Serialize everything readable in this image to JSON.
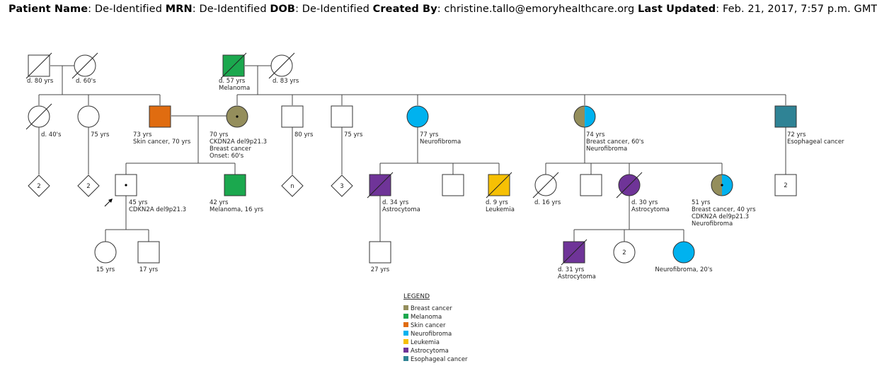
{
  "header": {
    "patient_name_label": "Patient Name",
    "patient_name_value": ": De-Identified ",
    "mrn_label": "MRN",
    "mrn_value": ": De-Identified ",
    "dob_label": "DOB",
    "dob_value": ": De-Identified ",
    "created_by_label": "Created By",
    "created_by_value": ": christine.tallo@emoryhealthcare.org ",
    "last_updated_label": "Last Updated",
    "last_updated_value": ": Feb. 21, 2017, 7:57 p.m. GMT"
  },
  "colors": {
    "breast_cancer": "#948e5c",
    "melanoma": "#1ba84e",
    "skin_cancer": "#e06c10",
    "neurofibroma": "#00b2ef",
    "leukemia": "#f6c004",
    "astrocytoma": "#6f3498",
    "esophageal_cancer": "#2f8395"
  },
  "individuals": [
    {
      "id": "pgf",
      "labels": [
        "d. 80 yrs"
      ]
    },
    {
      "id": "pgm",
      "labels": [
        "d. 60's"
      ]
    },
    {
      "id": "mgf",
      "labels": [
        "d. 57 yrs",
        "Melanoma"
      ]
    },
    {
      "id": "mgm",
      "labels": [
        "d. 83 yrs"
      ]
    },
    {
      "id": "paunt1",
      "labels": [
        "d. 40's"
      ]
    },
    {
      "id": "paunt2",
      "labels": [
        "75 yrs"
      ]
    },
    {
      "id": "father",
      "labels": [
        "73 yrs",
        "Skin cancer, 70 yrs"
      ]
    },
    {
      "id": "mother",
      "labels": [
        "70 yrs",
        "CKDN2A del9p21.3",
        "Breast cancer",
        "Onset: 60's"
      ]
    },
    {
      "id": "muncle1",
      "labels": [
        "80 yrs"
      ]
    },
    {
      "id": "muncle2",
      "labels": [
        "75 yrs"
      ]
    },
    {
      "id": "maunt1",
      "labels": [
        "77 yrs",
        "Neurofibroma"
      ]
    },
    {
      "id": "maunt2",
      "labels": [
        "74 yrs",
        "Breast cancer, 60's",
        "Neurofibroma"
      ]
    },
    {
      "id": "muncle3",
      "labels": [
        "72 yrs",
        "Esophageal cancer"
      ]
    },
    {
      "id": "p1_children",
      "count": "2",
      "labels": []
    },
    {
      "id": "p2_children",
      "count": "2",
      "labels": []
    },
    {
      "id": "proband",
      "labels": [
        "45 yrs",
        "CDKN2A del9p21.3"
      ]
    },
    {
      "id": "brother",
      "labels": [
        "42 yrs",
        "Melanoma, 16 yrs"
      ]
    },
    {
      "id": "mu1_children",
      "count": "n",
      "labels": []
    },
    {
      "id": "mu2_children",
      "count": "3",
      "labels": []
    },
    {
      "id": "cous1",
      "labels": [
        "d. 34 yrs",
        "Astrocytoma"
      ]
    },
    {
      "id": "cous2",
      "labels": []
    },
    {
      "id": "cous3",
      "labels": [
        "d. 9 yrs",
        "Leukemia"
      ]
    },
    {
      "id": "cous4",
      "labels": [
        "d. 16 yrs"
      ]
    },
    {
      "id": "cous5",
      "labels": []
    },
    {
      "id": "cous6",
      "labels": [
        "d. 30 yrs",
        "Astrocytoma"
      ]
    },
    {
      "id": "cous7",
      "labels": [
        "51 yrs",
        "Breast cancer, 40 yrs",
        "CDKN2A del9p21.3",
        "Neurofibroma"
      ]
    },
    {
      "id": "mu3_children",
      "count": "2",
      "labels": []
    },
    {
      "id": "daughter",
      "labels": [
        "15 yrs"
      ]
    },
    {
      "id": "son",
      "labels": [
        "17 yrs"
      ]
    },
    {
      "id": "cous1_child",
      "labels": [
        "27 yrs"
      ]
    },
    {
      "id": "c6_child1",
      "labels": [
        "d. 31 yrs",
        "Astrocytoma"
      ]
    },
    {
      "id": "c6_child2",
      "count": "2",
      "labels": []
    },
    {
      "id": "c6_child3",
      "labels": [
        "Neurofibroma, 20's"
      ]
    }
  ],
  "legend": {
    "title": "LEGEND",
    "items": [
      {
        "label": "Breast cancer",
        "color": "#948e5c"
      },
      {
        "label": "Melanoma",
        "color": "#1ba84e"
      },
      {
        "label": "Skin cancer",
        "color": "#e06c10"
      },
      {
        "label": "Neurofibroma",
        "color": "#00b2ef"
      },
      {
        "label": "Leukemia",
        "color": "#f6c004"
      },
      {
        "label": "Astrocytoma",
        "color": "#6f3498"
      },
      {
        "label": "Esophageal cancer",
        "color": "#2f8395"
      }
    ]
  }
}
